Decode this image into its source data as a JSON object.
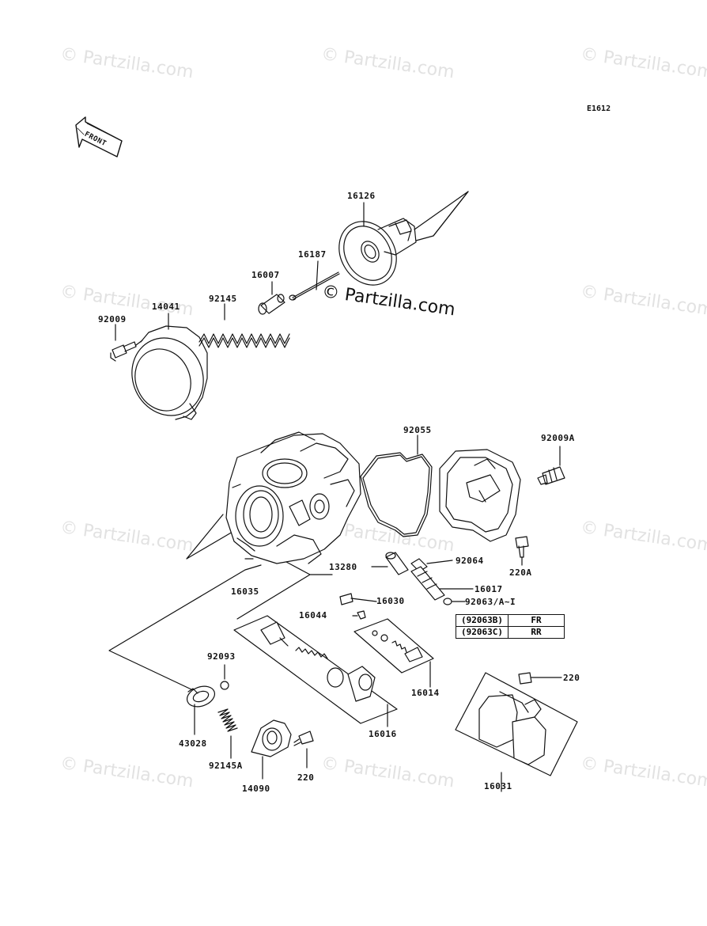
{
  "diagram_code": "E1612",
  "front_label": "FRONT",
  "watermark_small": "© Partzilla.com",
  "watermark_main": "© Partzilla.com",
  "colors": {
    "line": "#111111",
    "watermark": "#e2e2e2"
  },
  "parts": {
    "p16126": "16126",
    "p16187": "16187",
    "p16007": "16007",
    "p92145": "92145",
    "p14041": "14041",
    "p92009": "92009",
    "p92055": "92055",
    "p92009A": "92009A",
    "p92064": "92064",
    "p220A": "220A",
    "p13280": "13280",
    "p16017": "16017",
    "p16030": "16030",
    "p92063": "92063/A~I",
    "p16035": "16035",
    "p16044": "16044",
    "p92093": "92093",
    "p16014": "16014",
    "p220a": "220",
    "p43028": "43028",
    "p92145A": "92145A",
    "p16016": "16016",
    "p220b": "220",
    "p14090": "14090",
    "p16031": "16031"
  },
  "variant_table": [
    {
      "code": "(92063B)",
      "pos": "FR"
    },
    {
      "code": "(92063C)",
      "pos": "RR"
    }
  ]
}
